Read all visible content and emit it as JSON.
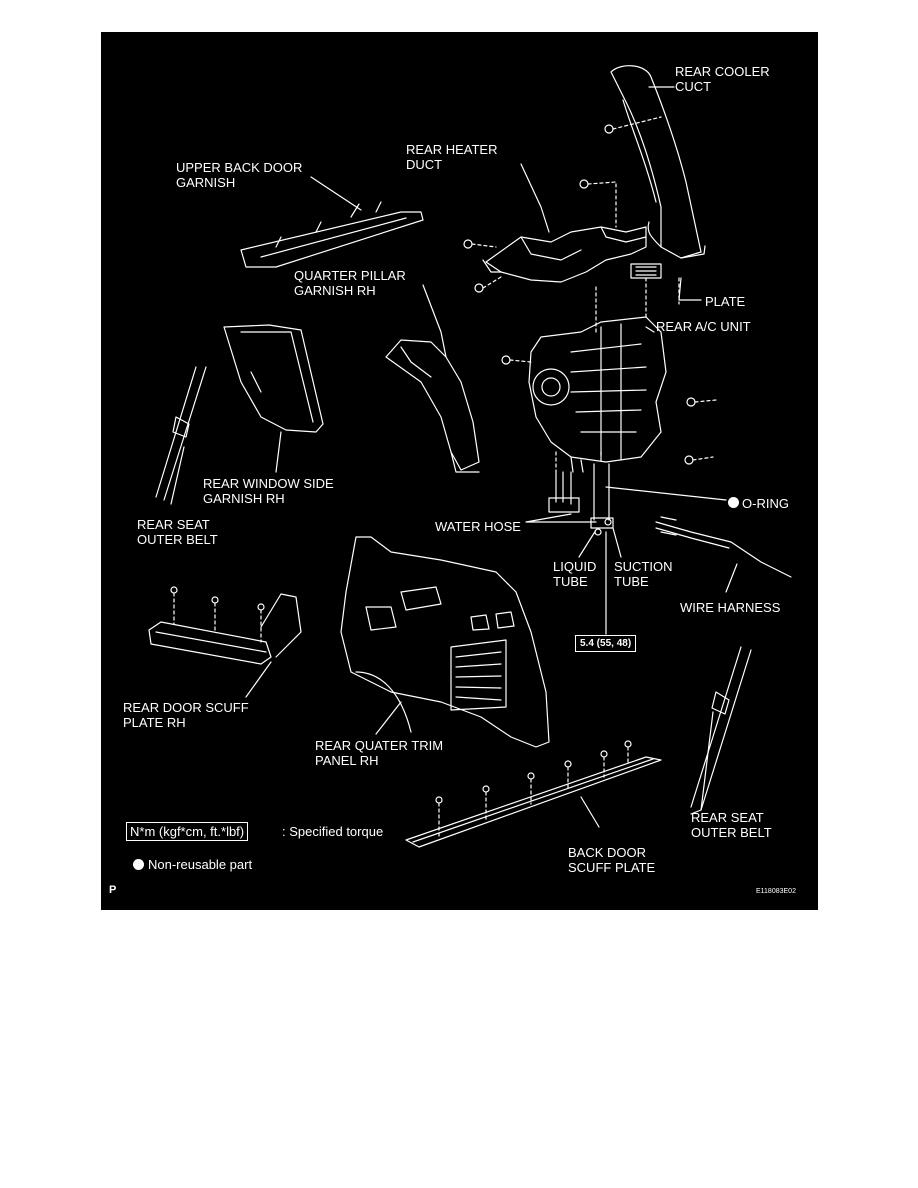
{
  "colors": {
    "background": "#000000",
    "ink": "#ffffff",
    "page": "#ffffff"
  },
  "labels": {
    "rear_cooler_duct": "REAR COOLER\nCUCT",
    "rear_heater_duct": "REAR HEATER\nDUCT",
    "upper_back_door_garnish": "UPPER BACK DOOR\nGARNISH",
    "quarter_pillar_garnish": "QUARTER PILLAR\nGARNISH RH",
    "plate": "PLATE",
    "rear_ac_unit": "REAR A/C UNIT",
    "rear_window_side_garnish": "REAR WINDOW SIDE\nGARNISH RH",
    "o_ring": "O-RING",
    "rear_seat_outer_belt_left": "REAR SEAT\nOUTER BELT",
    "water_hose": "WATER HOSE",
    "liquid_tube": "LIQUID\nTUBE",
    "suction_tube": "SUCTION\nTUBE",
    "wire_harness": "WIRE HARNESS",
    "torque_value": "5.4 (55, 48)",
    "rear_door_scuff_plate": "REAR DOOR SCUFF\nPLATE RH",
    "rear_quarter_trim_panel": "REAR QUATER TRIM\nPANEL RH",
    "rear_seat_outer_belt_right": "REAR SEAT\nOUTER BELT",
    "back_door_scuff_plate": "BACK DOOR\nSCUFF PLATE"
  },
  "legend": {
    "torque_unit": "N*m (kgf*cm, ft.*lbf)",
    "torque_desc": ": Specified torque",
    "non_reusable": "Non-reusable part"
  },
  "figure_code": "E118083E02",
  "corner_letter": "P"
}
